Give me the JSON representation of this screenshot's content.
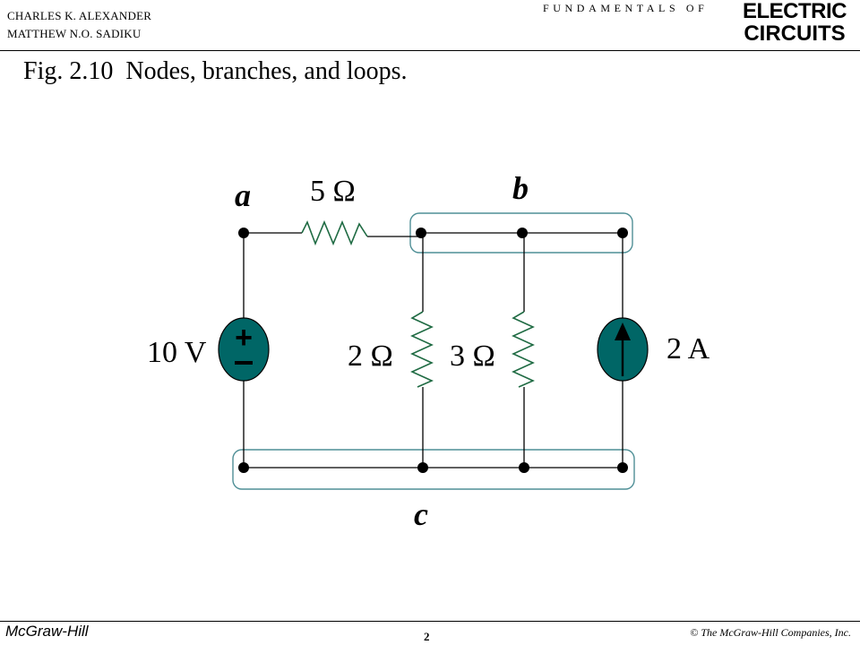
{
  "header": {
    "authors": [
      "CHARLES K. ALEXANDER",
      "MATTHEW N.O. SADIKU"
    ],
    "series": "FUNDAMENTALS OF",
    "logo": [
      "ELECTRIC",
      "CIRCUITS"
    ]
  },
  "figure": {
    "title": "Fig. 2.10  Nodes, branches, and loops."
  },
  "circuit": {
    "node_labels": {
      "a": "a",
      "b": "b",
      "c": "c"
    },
    "components": {
      "r1": "5 Ω",
      "r2": "2 Ω",
      "r3": "3 Ω",
      "voltage_source": "10 V",
      "current_source": "2 A"
    },
    "colors": {
      "wire": "#000000",
      "source_fill": "#006666",
      "node_highlight": "#4f8f96",
      "resistor_stroke": "#1f6b43"
    }
  },
  "footer": {
    "publisher": "McGraw-Hill",
    "page": "2",
    "copyright": "© The McGraw-Hill Companies, Inc."
  }
}
